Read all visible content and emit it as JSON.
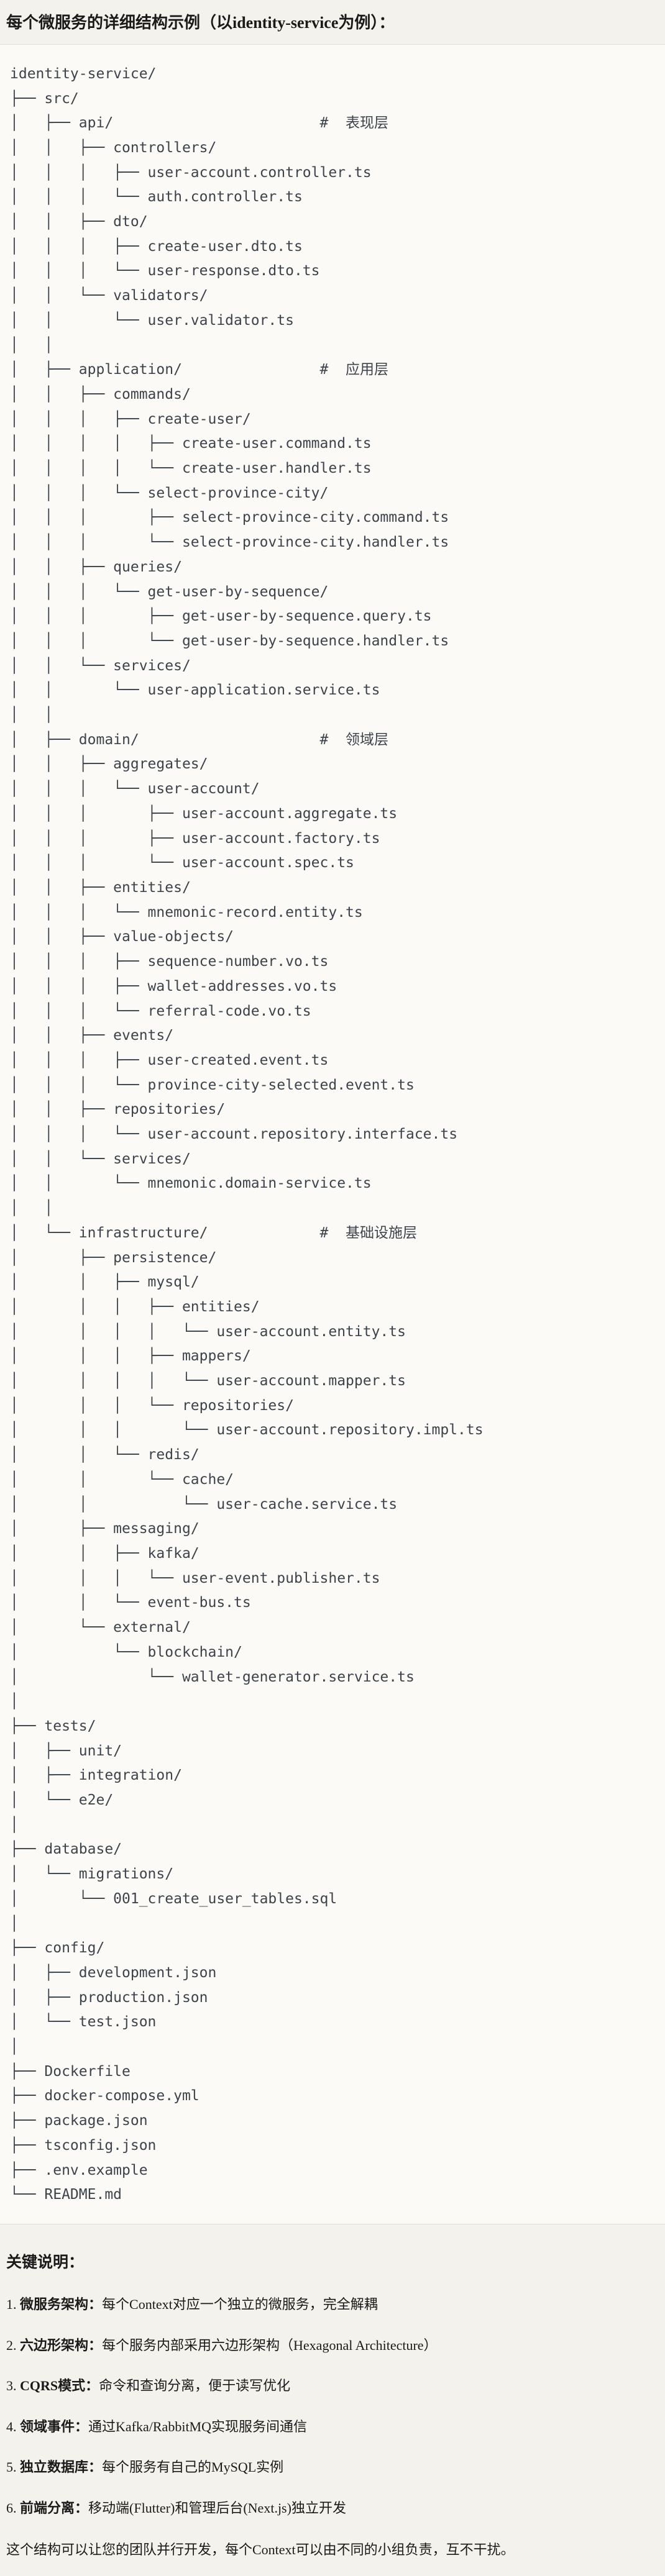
{
  "colors": {
    "page_bg": "#f4f2ec",
    "code_block_bg": "#fbfaf7",
    "border": "#e3e0d8",
    "tree_text": "#3d434b",
    "body_text": "#1a1a1a"
  },
  "header": {
    "title": "每个微服务的详细结构示例（以identity-service为例）："
  },
  "tree": {
    "lines": [
      "identity-service/",
      "├── src/",
      "│   ├── api/                        #  表现层",
      "│   │   ├── controllers/",
      "│   │   │   ├── user-account.controller.ts",
      "│   │   │   └── auth.controller.ts",
      "│   │   ├── dto/",
      "│   │   │   ├── create-user.dto.ts",
      "│   │   │   └── user-response.dto.ts",
      "│   │   └── validators/",
      "│   │       └── user.validator.ts",
      "│   │",
      "│   ├── application/                #  应用层",
      "│   │   ├── commands/",
      "│   │   │   ├── create-user/",
      "│   │   │   │   ├── create-user.command.ts",
      "│   │   │   │   └── create-user.handler.ts",
      "│   │   │   └── select-province-city/",
      "│   │   │       ├── select-province-city.command.ts",
      "│   │   │       └── select-province-city.handler.ts",
      "│   │   ├── queries/",
      "│   │   │   └── get-user-by-sequence/",
      "│   │   │       ├── get-user-by-sequence.query.ts",
      "│   │   │       └── get-user-by-sequence.handler.ts",
      "│   │   └── services/",
      "│   │       └── user-application.service.ts",
      "│   │",
      "│   ├── domain/                     #  领域层",
      "│   │   ├── aggregates/",
      "│   │   │   └── user-account/",
      "│   │   │       ├── user-account.aggregate.ts",
      "│   │   │       ├── user-account.factory.ts",
      "│   │   │       └── user-account.spec.ts",
      "│   │   ├── entities/",
      "│   │   │   └── mnemonic-record.entity.ts",
      "│   │   ├── value-objects/",
      "│   │   │   ├── sequence-number.vo.ts",
      "│   │   │   ├── wallet-addresses.vo.ts",
      "│   │   │   └── referral-code.vo.ts",
      "│   │   ├── events/",
      "│   │   │   ├── user-created.event.ts",
      "│   │   │   └── province-city-selected.event.ts",
      "│   │   ├── repositories/",
      "│   │   │   └── user-account.repository.interface.ts",
      "│   │   └── services/",
      "│   │       └── mnemonic.domain-service.ts",
      "│   │",
      "│   └── infrastructure/             #  基础设施层",
      "│       ├── persistence/",
      "│       │   ├── mysql/",
      "│       │   │   ├── entities/",
      "│       │   │   │   └── user-account.entity.ts",
      "│       │   │   ├── mappers/",
      "│       │   │   │   └── user-account.mapper.ts",
      "│       │   │   └── repositories/",
      "│       │   │       └── user-account.repository.impl.ts",
      "│       │   └── redis/",
      "│       │       └── cache/",
      "│       │           └── user-cache.service.ts",
      "│       ├── messaging/",
      "│       │   ├── kafka/",
      "│       │   │   └── user-event.publisher.ts",
      "│       │   └── event-bus.ts",
      "│       └── external/",
      "│           └── blockchain/",
      "│               └── wallet-generator.service.ts",
      "│",
      "├── tests/",
      "│   ├── unit/",
      "│   ├── integration/",
      "│   └── e2e/",
      "│",
      "├── database/",
      "│   └── migrations/",
      "│       └── 001_create_user_tables.sql",
      "│",
      "├── config/",
      "│   ├── development.json",
      "│   ├── production.json",
      "│   └── test.json",
      "│",
      "├── Dockerfile",
      "├── docker-compose.yml",
      "├── package.json",
      "├── tsconfig.json",
      "├── .env.example",
      "└── README.md"
    ]
  },
  "notes": {
    "heading": "关键说明：",
    "colon": "：",
    "items": [
      {
        "num": "1. ",
        "term": "微服务架构",
        "desc": "每个Context对应一个独立的微服务，完全解耦"
      },
      {
        "num": "2. ",
        "term": "六边形架构",
        "desc": "每个服务内部采用六边形架构（Hexagonal Architecture）"
      },
      {
        "num": "3. ",
        "term": "CQRS模式",
        "desc": "命令和查询分离，便于读写优化"
      },
      {
        "num": "4. ",
        "term": "领域事件",
        "desc": "通过Kafka/RabbitMQ实现服务间通信"
      },
      {
        "num": "5. ",
        "term": "独立数据库",
        "desc": "每个服务有自己的MySQL实例"
      },
      {
        "num": "6. ",
        "term": "前端分离",
        "desc": "移动端(Flutter)和管理后台(Next.js)独立开发"
      }
    ],
    "footer": "这个结构可以让您的团队并行开发，每个Context可以由不同的小组负责，互不干扰。"
  }
}
